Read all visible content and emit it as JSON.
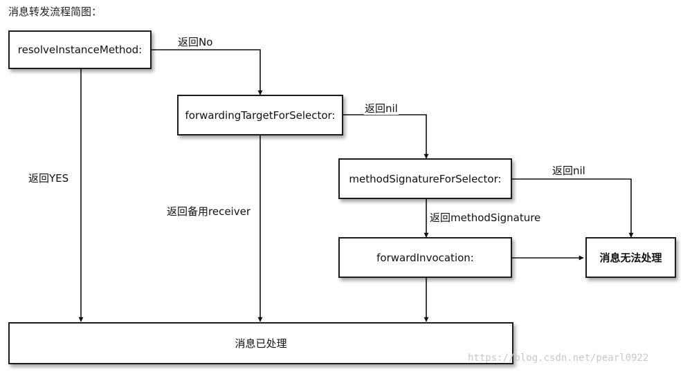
{
  "title": "消息转发流程简图：",
  "nodes": {
    "resolve": "resolveInstanceMethod:",
    "forwarding_target": "forwardingTargetForSelector:",
    "method_signature": "methodSignatureForSelector:",
    "forward_invocation": "forwardInvocation:",
    "cannot_handle": "消息无法处理",
    "handled": "消息已处理"
  },
  "edge_labels": {
    "resolve_no": "返回No",
    "resolve_yes": "返回YES",
    "target_nil": "返回nil",
    "target_receiver": "返回备用receiver",
    "signature_nil": "返回nil",
    "signature_ok": "返回methodSignature"
  },
  "watermark": "https://blog.csdn.net/pearl0922"
}
